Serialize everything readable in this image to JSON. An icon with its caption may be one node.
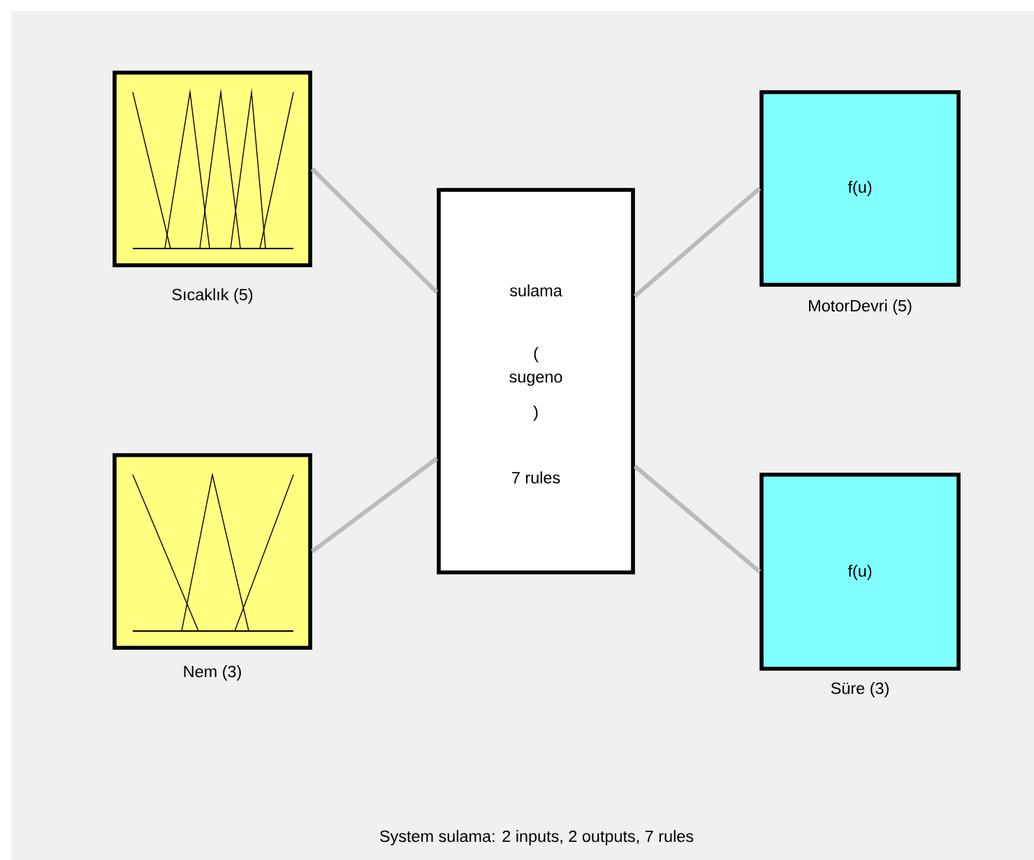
{
  "diagram": {
    "caption": "System sulama: 2 inputs, 2 outputs, 7 rules",
    "nodes": [
      {
        "text": [],
        "shape": "box",
        "beside": [
          "Sıcaklık (5)"
        ]
      },
      {
        "text": [],
        "shape": "box",
        "beside": [
          "Nem (3)"
        ]
      },
      {
        "text": [
          "sulama",
          "(",
          "sugeno",
          ")",
          "7 rules"
        ]
      },
      {
        "text": [
          "f(u)"
        ],
        "beside": [
          "MotorDevri (5)"
        ]
      },
      {
        "text": [
          "f(u)"
        ],
        "beside": [
          "Süre (3)"
        ]
      }
    ],
    "edges": [
      {
        "from": 0,
        "to": 2,
        "arrow": "none"
      },
      {
        "from": 1,
        "to": 2,
        "arrow": "none"
      },
      {
        "from": 2,
        "to": 3,
        "arrow": "none"
      },
      {
        "from": 2,
        "to": 4,
        "arrow": "none"
      }
    ]
  }
}
